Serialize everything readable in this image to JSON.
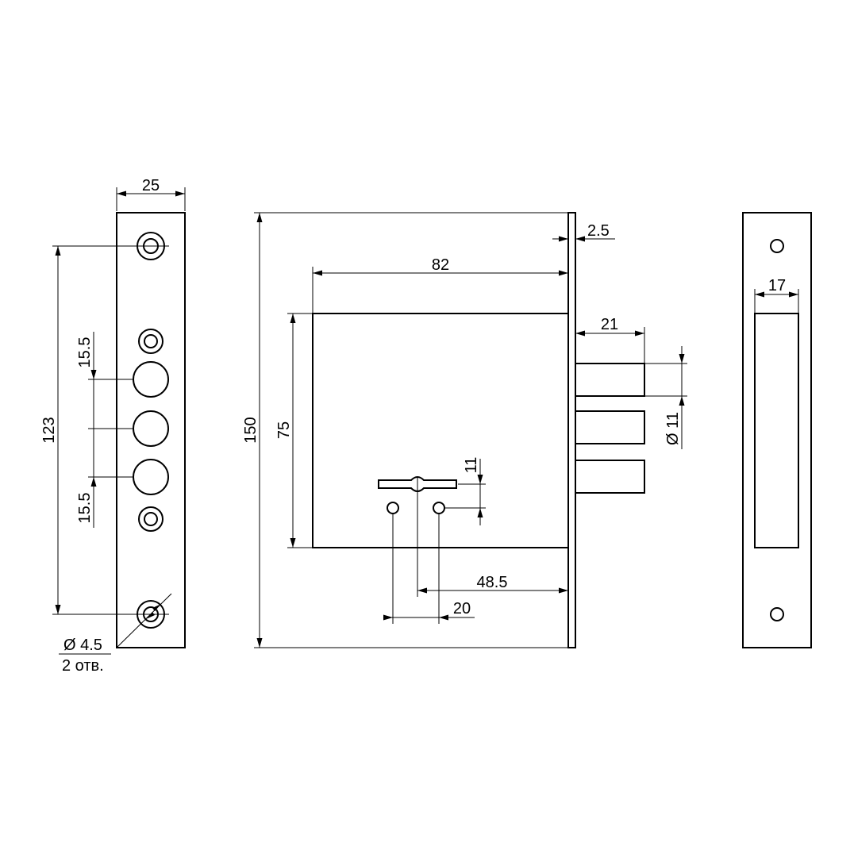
{
  "faceplate": {
    "width": "25",
    "height": "123",
    "spacing_top": "15.5",
    "spacing_bottom": "15.5",
    "hole_diameter": "Ø 4.5",
    "hole_count": "2 отв."
  },
  "lock_body": {
    "total_height": "150",
    "body_height": "75",
    "body_width": "82",
    "plate_thickness": "2.5",
    "bolt_throw": "21",
    "bolt_diameter": "Ø 11",
    "keyhole_height": "11",
    "key_offset": "48.5",
    "hole_spacing": "20"
  },
  "strike_plate": {
    "slot_width": "17"
  }
}
